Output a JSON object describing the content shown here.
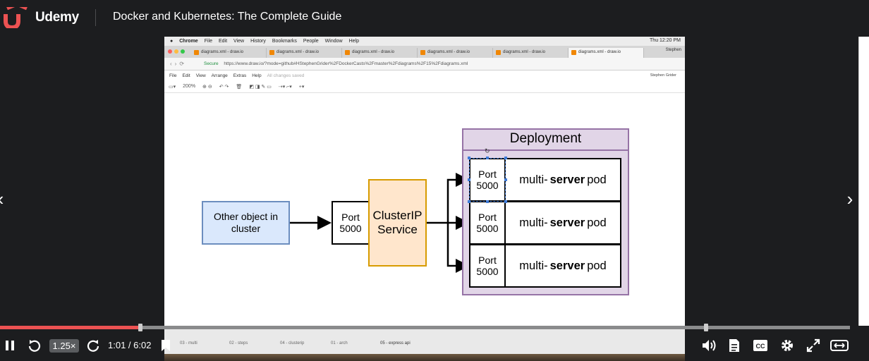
{
  "header": {
    "brand": "Udemy",
    "course_title": "Docker and Kubernetes: The Complete Guide"
  },
  "mac_menubar": {
    "items": [
      "Chrome",
      "File",
      "Edit",
      "View",
      "History",
      "Bookmarks",
      "People",
      "Window",
      "Help"
    ],
    "clock": "Thu 12:20 PM"
  },
  "browser": {
    "tabs": [
      "diagrams.xml - draw.io",
      "diagrams.xml - draw.io",
      "diagrams.xml - draw.io",
      "diagrams.xml - draw.io",
      "diagrams.xml - draw.io",
      "diagrams.xml - draw.io"
    ],
    "user": "Stephen",
    "secure_label": "Secure",
    "url": "https://www.draw.io/?mode=github#HStephenGrider%2FDockerCasts%2Fmaster%2Fdiagrams%2F15%2Fdiagrams.xml"
  },
  "drawio": {
    "menu": [
      "File",
      "Edit",
      "View",
      "Arrange",
      "Extras",
      "Help"
    ],
    "saved_status": "All changes saved",
    "user": "Stephen Grider",
    "zoom": "200%",
    "pages": [
      "03 - multi",
      "02 - steps",
      "04 - clusterip",
      "01 - arch",
      "05 - express api"
    ]
  },
  "diagram": {
    "other_object": "Other object in cluster",
    "port_label": "Port",
    "port_number": "5000",
    "clusterip": "ClusterIP Service",
    "deployment_title": "Deployment",
    "pod_prefix": "multi-",
    "pod_bold": "server",
    "pod_suffix": "pod"
  },
  "player": {
    "speed": "1.25×",
    "time": "1:01 / 6:02",
    "progress": 0.165,
    "buffered": 0.165,
    "colors": {
      "progress": "#ec5252",
      "bg": "#1c1d1f"
    }
  }
}
